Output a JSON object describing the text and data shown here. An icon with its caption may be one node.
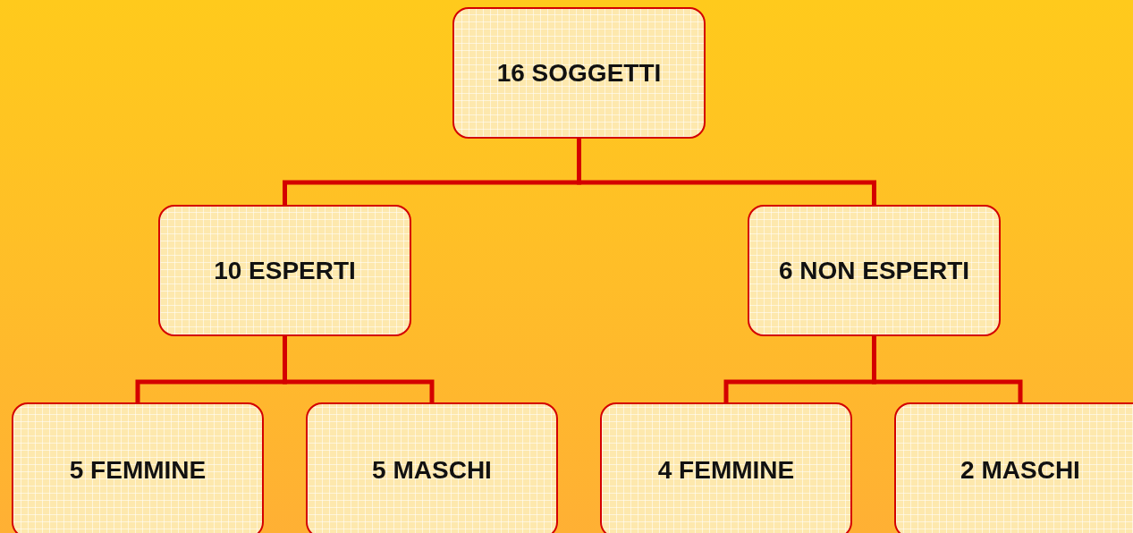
{
  "diagram": {
    "nodes": [
      {
        "text": [
          "16 SOGGETTI"
        ]
      },
      {
        "text": [
          "10 ESPERTI"
        ]
      },
      {
        "text": [
          "6 NON ESPERTI"
        ]
      },
      {
        "text": [
          "5 FEMMINE"
        ]
      },
      {
        "text": [
          "5 MASCHI"
        ]
      },
      {
        "text": [
          "4 FEMMINE"
        ]
      },
      {
        "text": [
          "2 MASCHI"
        ]
      }
    ],
    "edges": [
      {
        "from": 0,
        "to": 1,
        "arrow": "none"
      },
      {
        "from": 0,
        "to": 2,
        "arrow": "none"
      },
      {
        "from": 1,
        "to": 3,
        "arrow": "none"
      },
      {
        "from": 1,
        "to": 4,
        "arrow": "none"
      },
      {
        "from": 2,
        "to": 5,
        "arrow": "none"
      },
      {
        "from": 2,
        "to": 6,
        "arrow": "none"
      }
    ]
  }
}
